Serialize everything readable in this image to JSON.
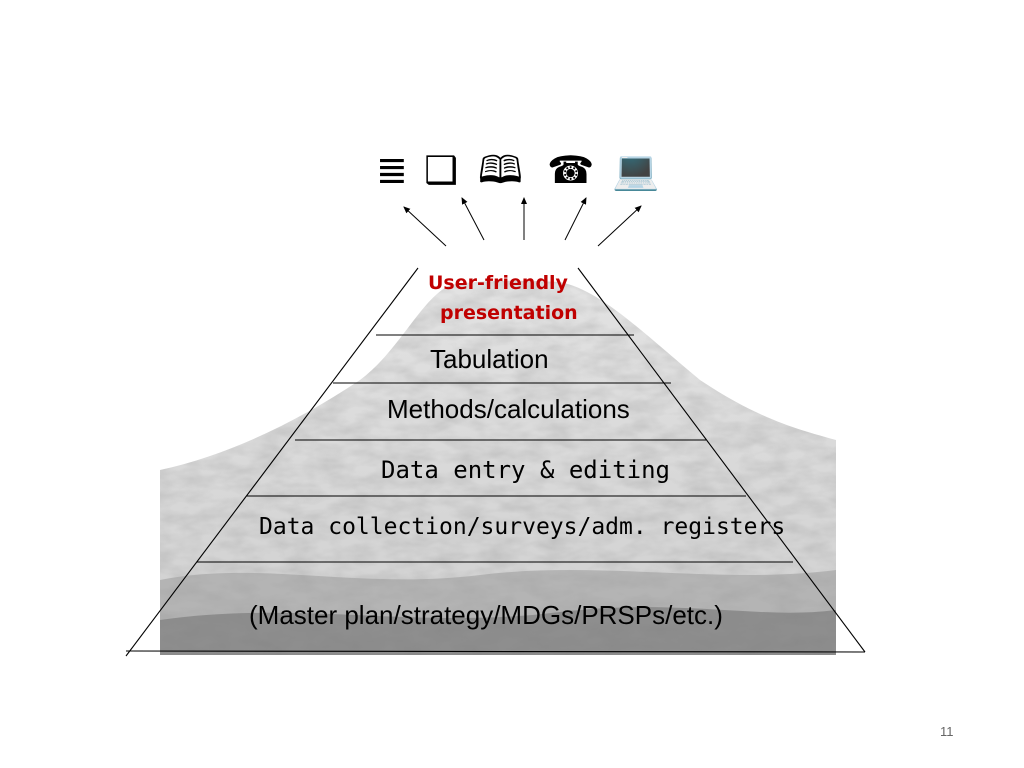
{
  "diagram": {
    "type": "pyramid",
    "icons": [
      {
        "name": "document-icon",
        "glyph": "≣"
      },
      {
        "name": "copy-pages-icon",
        "glyph": "❑"
      },
      {
        "name": "book-icon",
        "glyph": "🕮"
      },
      {
        "name": "telephone-icon",
        "glyph": "☎"
      },
      {
        "name": "computer-icon",
        "glyph": "💻"
      }
    ],
    "levels": [
      {
        "line1": "User-friendly",
        "line2": "presentation",
        "color": "#c00000"
      },
      {
        "text": "Tabulation"
      },
      {
        "text": "Methods/calculations"
      },
      {
        "text": "Data entry & editing"
      },
      {
        "text": "Data collection/surveys/adm. registers"
      },
      {
        "text": "(Master plan/strategy/MDGs/PRSPs/etc.)"
      }
    ]
  },
  "slide": {
    "page_number": "11"
  }
}
